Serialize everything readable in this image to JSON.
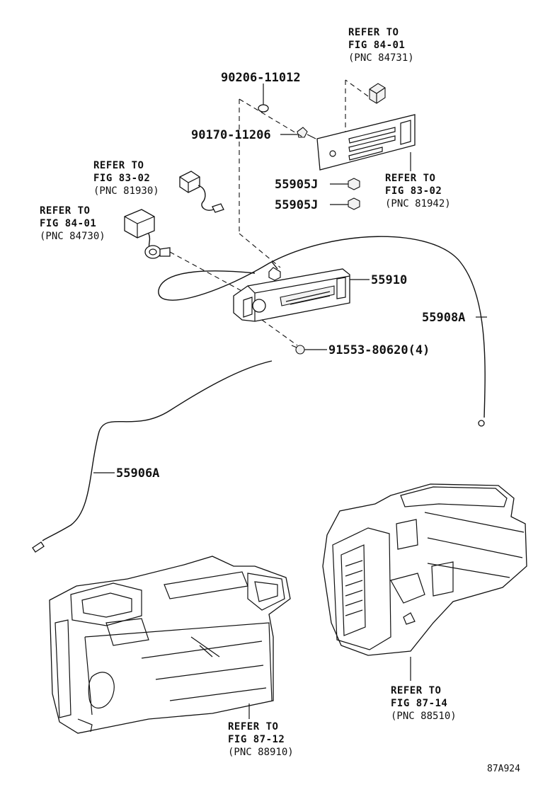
{
  "diagram": {
    "code": "87A924",
    "parts": {
      "p55910": "55910",
      "p55908A": "55908A",
      "p55906A": "55906A",
      "p55905J_a": "55905J",
      "p55905J_b": "55905J",
      "p90206": "90206-11012",
      "p90170": "90170-11206",
      "p91553": "91553-80620(4)"
    },
    "refs": [
      {
        "line1": "REFER TO",
        "line2": "FIG 84-01",
        "line3": "(PNC 84731)"
      },
      {
        "line1": "REFER TO",
        "line2": "FIG 83-02",
        "line3": "(PNC 81930)"
      },
      {
        "line1": "REFER TO",
        "line2": "FIG 84-01",
        "line3": "(PNC 84730)"
      },
      {
        "line1": "REFER TO",
        "line2": "FIG 83-02",
        "line3": "(PNC 81942)"
      },
      {
        "line1": "REFER TO",
        "line2": "FIG 87-14",
        "line3": "(PNC 88510)"
      },
      {
        "line1": "REFER TO",
        "line2": "FIG 87-12",
        "line3": "(PNC 88910)"
      }
    ]
  }
}
